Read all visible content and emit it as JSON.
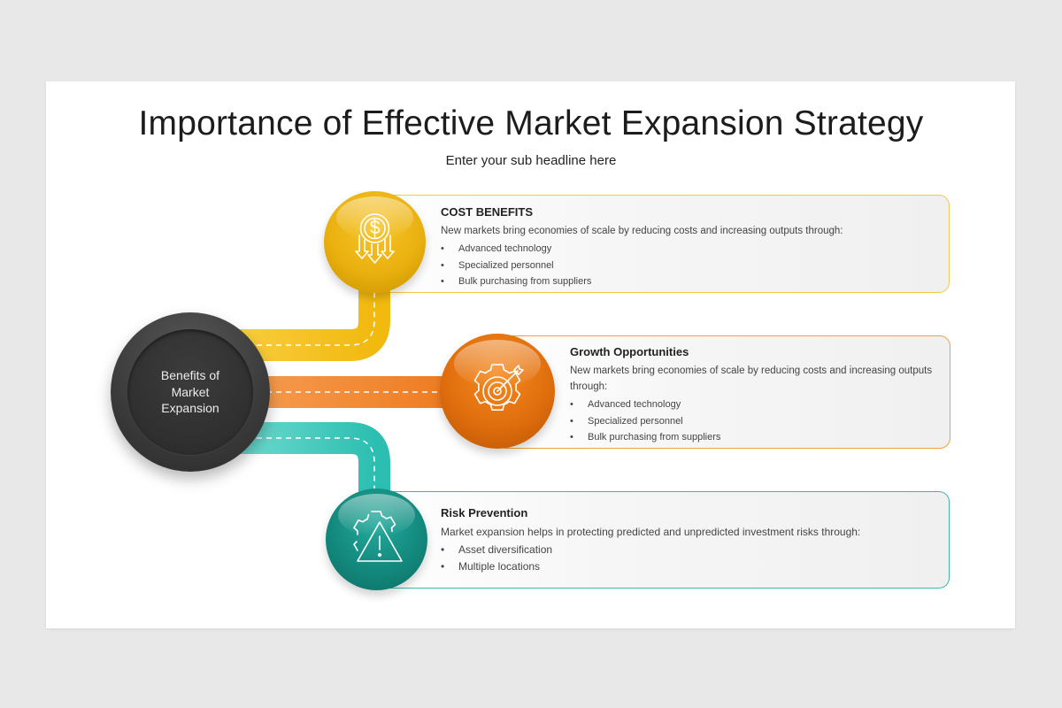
{
  "title": "Importance of Effective Market Expansion Strategy",
  "subtitle": "Enter your sub headline here",
  "hub": {
    "lines": [
      "Benefits of",
      "Market",
      "Expansion"
    ]
  },
  "colors": {
    "yellow": "#EAB10F",
    "orange": "#E06E0D",
    "teal": "#13897D",
    "hub": "#333333"
  },
  "items": [
    {
      "heading": "COST BENEFITS",
      "description": "New markets bring economies of scale by reducing costs and increasing outputs through:",
      "bullets": [
        "Advanced technology",
        "Specialized personnel",
        "Bulk purchasing from suppliers"
      ],
      "icon": "dollar-coin-arrows-icon",
      "color": "yellow"
    },
    {
      "heading": "Growth Opportunities",
      "description": "New markets bring economies of scale by reducing costs and increasing outputs through:",
      "bullets": [
        "Advanced technology",
        "Specialized personnel",
        "Bulk purchasing from suppliers"
      ],
      "icon": "gear-target-icon",
      "color": "orange"
    },
    {
      "heading": "Risk Prevention",
      "description": "Market expansion helps in protecting predicted and unpredicted investment risks through:",
      "bullets": [
        "Asset diversification",
        "Multiple locations"
      ],
      "icon": "gear-warning-icon",
      "color": "teal"
    }
  ]
}
